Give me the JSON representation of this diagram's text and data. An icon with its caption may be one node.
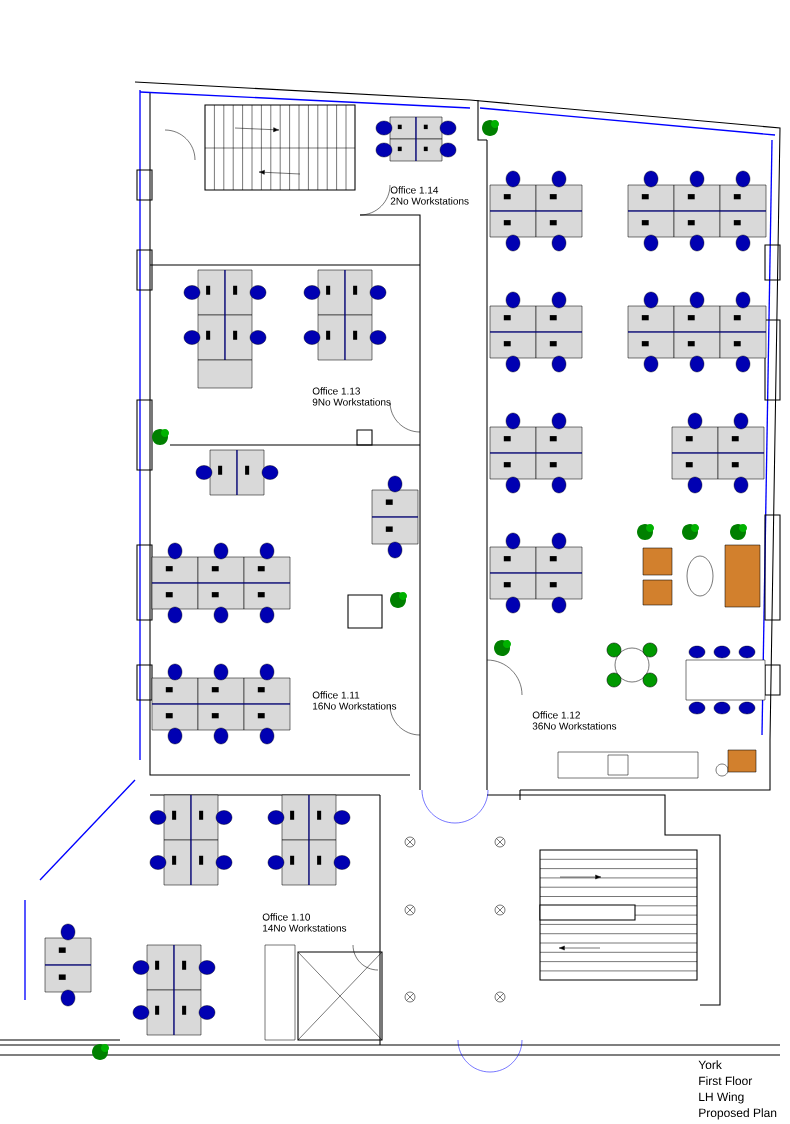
{
  "diagram": {
    "labels": [
      "Office 1.14",
      "2No Workstations",
      "Office 1.13",
      "9No Workstations",
      "Office 1.11",
      "16No Workstations",
      "Office 1.12",
      "36No Workstations",
      "Office 1.10",
      "14No Workstations",
      "York",
      "First Floor",
      "LH Wing",
      "Proposed Plan"
    ]
  }
}
